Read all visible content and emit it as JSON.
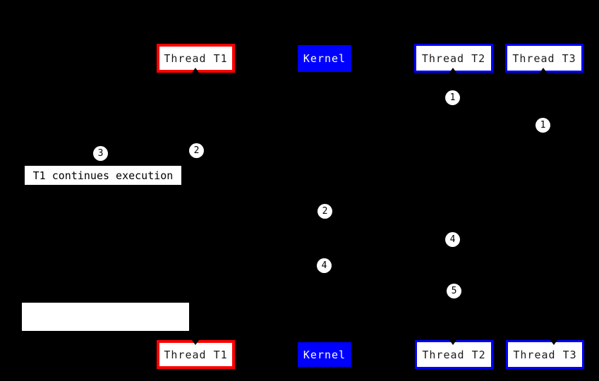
{
  "colors": {
    "background": "#000000",
    "thread_t1_border": "#ff0000",
    "thread_t2_t3_border": "#0000ff",
    "kernel_background": "#0000ff",
    "kernel_text": "#ffffff",
    "box_fill": "#ffffff",
    "box_text": "#1a1a1a",
    "marker_fill": "#ffffff",
    "marker_text": "#000000"
  },
  "boxes": {
    "thread_t1": "Thread T1",
    "kernel": "Kernel",
    "thread_t2": "Thread T2",
    "thread_t3": "Thread T3"
  },
  "labels": {
    "t1_continues": "T1 continues execution",
    "blank_box": ""
  },
  "markers": [
    {
      "id": "step-1-under-thread-t2",
      "label": "1"
    },
    {
      "id": "step-1-under-thread-t3",
      "label": "1"
    },
    {
      "id": "step-3-left-of-thread-t1",
      "label": "3"
    },
    {
      "id": "step-2-on-thread-t1-line",
      "label": "2"
    },
    {
      "id": "step-2-on-kernel-line",
      "label": "2"
    },
    {
      "id": "step-4-on-thread-t2-line",
      "label": "4"
    },
    {
      "id": "step-4-on-kernel-line",
      "label": "4"
    },
    {
      "id": "step-5-on-thread-t2-line",
      "label": "5"
    }
  ]
}
